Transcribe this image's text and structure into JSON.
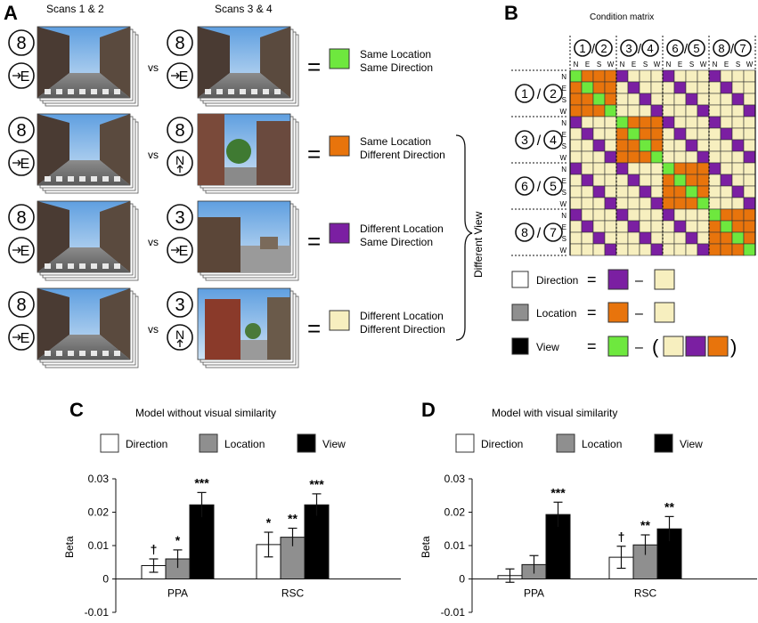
{
  "panels": {
    "a": {
      "letter": "A",
      "scan_left": "Scans 1 & 2",
      "scan_right": "Scans 3 & 4",
      "vs": "vs",
      "equals": "=",
      "rows": [
        {
          "left_loc": "8",
          "left_dir": "E",
          "right_loc": "8",
          "right_dir": "E",
          "line1": "Same Location",
          "line2": "Same Direction",
          "color": "#6ee83e"
        },
        {
          "left_loc": "8",
          "left_dir": "E",
          "right_loc": "8",
          "right_dir": "N",
          "line1": "Same Location",
          "line2": "Different Direction",
          "color": "#e8740c"
        },
        {
          "left_loc": "8",
          "left_dir": "E",
          "right_loc": "3",
          "right_dir": "E",
          "line1": "Different Location",
          "line2": "Same Direction",
          "color": "#7b1fa2"
        },
        {
          "left_loc": "8",
          "left_dir": "E",
          "right_loc": "3",
          "right_dir": "N",
          "line1": "Different Location",
          "line2": "Different Direction",
          "color": "#f7efbf"
        }
      ],
      "brace_label": "Different View"
    },
    "b": {
      "letter": "B",
      "title": "Condition matrix",
      "groups": [
        "1/2",
        "3/4",
        "6/5",
        "8/7"
      ],
      "dirs": [
        "N",
        "E",
        "S",
        "W"
      ],
      "legend": [
        {
          "label": "Direction",
          "eq": "=",
          "minus": "–"
        },
        {
          "label": "Location",
          "eq": "=",
          "minus": "–"
        },
        {
          "label": "View",
          "eq": "=",
          "minus": "–",
          "open": "(",
          "close": ")"
        }
      ],
      "colors": {
        "same_view": "#6ee83e",
        "same_loc": "#e8740c",
        "same_dir": "#7b1fa2",
        "diff": "#f7efbf"
      }
    },
    "c": {
      "letter": "C",
      "title": "Model without visual similarity"
    },
    "d": {
      "letter": "D",
      "title": "Model with visual similarity"
    }
  },
  "bar_legend": [
    "Direction",
    "Location",
    "View"
  ],
  "chart_data": [
    {
      "type": "bar",
      "title": "Model without visual similarity",
      "ylabel": "Beta",
      "ylim": [
        -0.01,
        0.03
      ],
      "yticks": [
        "0.03",
        "0.02",
        "0.01",
        "0",
        "-0.01"
      ],
      "categories": [
        "PPA",
        "RSC"
      ],
      "series": [
        {
          "name": "Direction",
          "values": [
            0.004,
            0.0103
          ],
          "errors": [
            0.002,
            0.0037
          ],
          "sig": [
            "†",
            "*"
          ]
        },
        {
          "name": "Location",
          "values": [
            0.006,
            0.0125
          ],
          "errors": [
            0.0027,
            0.0027
          ],
          "sig": [
            "*",
            "**"
          ]
        },
        {
          "name": "View",
          "values": [
            0.0222,
            0.0222
          ],
          "errors": [
            0.0037,
            0.0033
          ],
          "sig": [
            "***",
            "***"
          ]
        }
      ]
    },
    {
      "type": "bar",
      "title": "Model with visual similarity",
      "ylabel": "Beta",
      "ylim": [
        -0.01,
        0.03
      ],
      "yticks": [
        "0.03",
        "0.02",
        "0.01",
        "0",
        "-0.01"
      ],
      "categories": [
        "PPA",
        "RSC"
      ],
      "series": [
        {
          "name": "Direction",
          "values": [
            0.001,
            0.0065
          ],
          "errors": [
            0.002,
            0.0033
          ],
          "sig": [
            "",
            "†"
          ]
        },
        {
          "name": "Location",
          "values": [
            0.0043,
            0.0102
          ],
          "errors": [
            0.0027,
            0.003
          ],
          "sig": [
            "",
            "**"
          ]
        },
        {
          "name": "View",
          "values": [
            0.0193,
            0.015
          ],
          "errors": [
            0.0037,
            0.0037
          ],
          "sig": [
            "***",
            "**"
          ]
        }
      ]
    }
  ]
}
